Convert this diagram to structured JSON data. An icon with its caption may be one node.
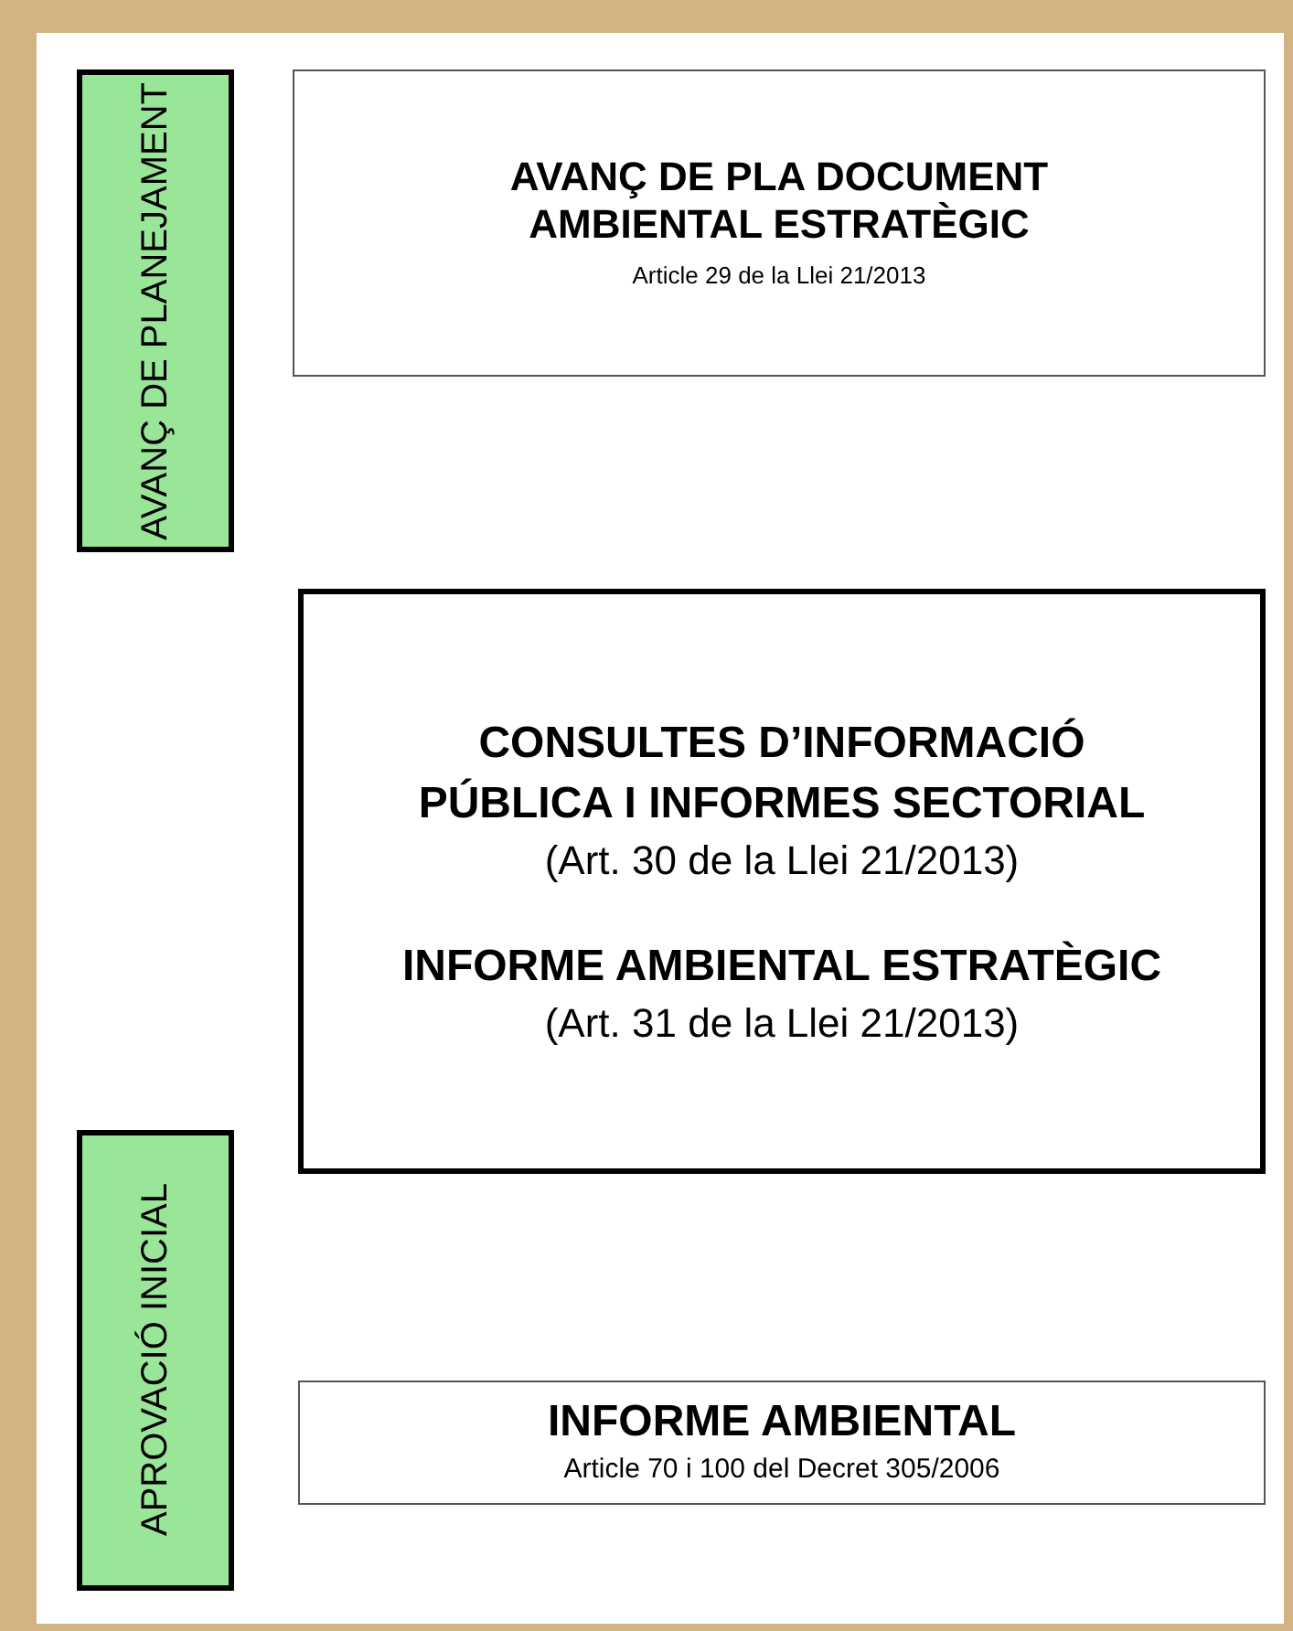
{
  "diagram": {
    "nodes": [
      {
        "text": [
          "AVANÇ DE PLANEJAMENT"
        ]
      },
      {
        "text": [
          "AVANÇ DE PLA DOCUMENT AMBIENTAL ESTRATÈGIC",
          "Article 29 de la Llei 21/2013"
        ]
      },
      {
        "text": [
          "CONSULTES D’INFORMACIÓ PÚBLICA I INFORMES SECTORIAL",
          "(Art. 30 de la Llei 21/2013)",
          "INFORME AMBIENTAL ESTRATÈGIC",
          "(Art. 31 de la Llei 21/2013)"
        ]
      },
      {
        "text": [
          "APROVACIÓ INICIAL"
        ]
      },
      {
        "text": [
          "INFORME AMBIENTAL",
          "Article 70 i 100 del Decret 305/2006"
        ]
      }
    ],
    "edges": []
  }
}
